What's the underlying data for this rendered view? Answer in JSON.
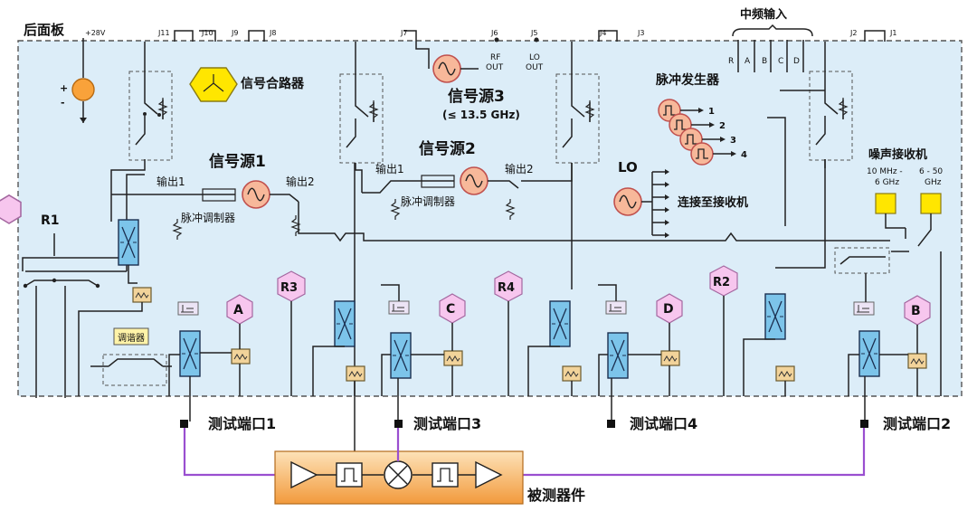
{
  "panel": {
    "rear_label": "后面板"
  },
  "top_pins": {
    "p28v": "+28V",
    "j11": "J11",
    "j10": "J10",
    "j9": "J9",
    "j8": "J8",
    "j7": "J7",
    "j6": "J6",
    "j5": "J5",
    "j4": "J4",
    "j3": "J3",
    "j2": "J2",
    "j1": "J1"
  },
  "rf_out": {
    "l1": "RF",
    "l2": "OUT"
  },
  "lo_out": {
    "l1": "LO",
    "l2": "OUT"
  },
  "if_input": {
    "title": "中频输入",
    "channels": [
      "R",
      "A",
      "B",
      "C",
      "D"
    ]
  },
  "combiner": {
    "label": "信号合路器"
  },
  "source1": {
    "title": "信号源1",
    "out1": "输出1",
    "out2": "输出2",
    "modulator": "脉冲调制器"
  },
  "source2": {
    "title": "信号源2",
    "out1": "输出1",
    "out2": "输出2",
    "modulator": "脉冲调制器"
  },
  "source3": {
    "title": "信号源3",
    "freq": "(≤ 13.5 GHz)"
  },
  "pulse_gen": {
    "title": "脉冲发生器",
    "outputs": [
      "1",
      "2",
      "3",
      "4"
    ]
  },
  "lo": {
    "title": "LO",
    "connect": "连接至接收机"
  },
  "noise_receiver": {
    "title": "噪声接收机",
    "band1_l1": "10 MHz -",
    "band1_l2": "6 GHz",
    "band2_l1": "6 - 50",
    "band2_l2": "GHz"
  },
  "ref_receivers": {
    "r1": "R1",
    "r2": "R2",
    "r3": "R3",
    "r4": "R4"
  },
  "test_receivers": {
    "a": "A",
    "b": "B",
    "c": "C",
    "d": "D"
  },
  "tuner": {
    "label": "调谐器"
  },
  "ports": {
    "p1": "测试端口1",
    "p2": "测试端口2",
    "p3": "测试端口3",
    "p4": "测试端口4"
  },
  "dut": {
    "label": "被测器件"
  },
  "colors": {
    "panel_fill": "#dcedf8",
    "panel_border": "#555555",
    "receiver_fill": "#f7c6ee",
    "receiver_stroke": "#a468a0",
    "source_fill": "#f7b89a",
    "source_stroke": "#c0504d",
    "coupler_fill": "#7cc4ea",
    "atten_fill": "#f2d39a",
    "yellow": "#ffe600",
    "dut_fill": "#f9b266",
    "dut_line": "#9a4fd0"
  }
}
